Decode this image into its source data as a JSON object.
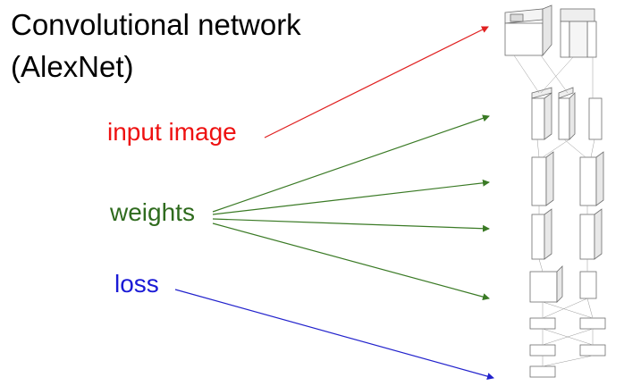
{
  "title": {
    "line1": "Convolutional network",
    "line2": "(AlexNet)"
  },
  "labels": {
    "input": {
      "text": "input image",
      "color": "#ee1111"
    },
    "weights": {
      "text": "weights",
      "color": "#2f6b1e"
    },
    "loss": {
      "text": "loss",
      "color": "#1a1ad6"
    }
  },
  "colors": {
    "input_arrow": "#e02020",
    "weights_arrow": "#3a7a25",
    "loss_arrow": "#2222cc"
  }
}
